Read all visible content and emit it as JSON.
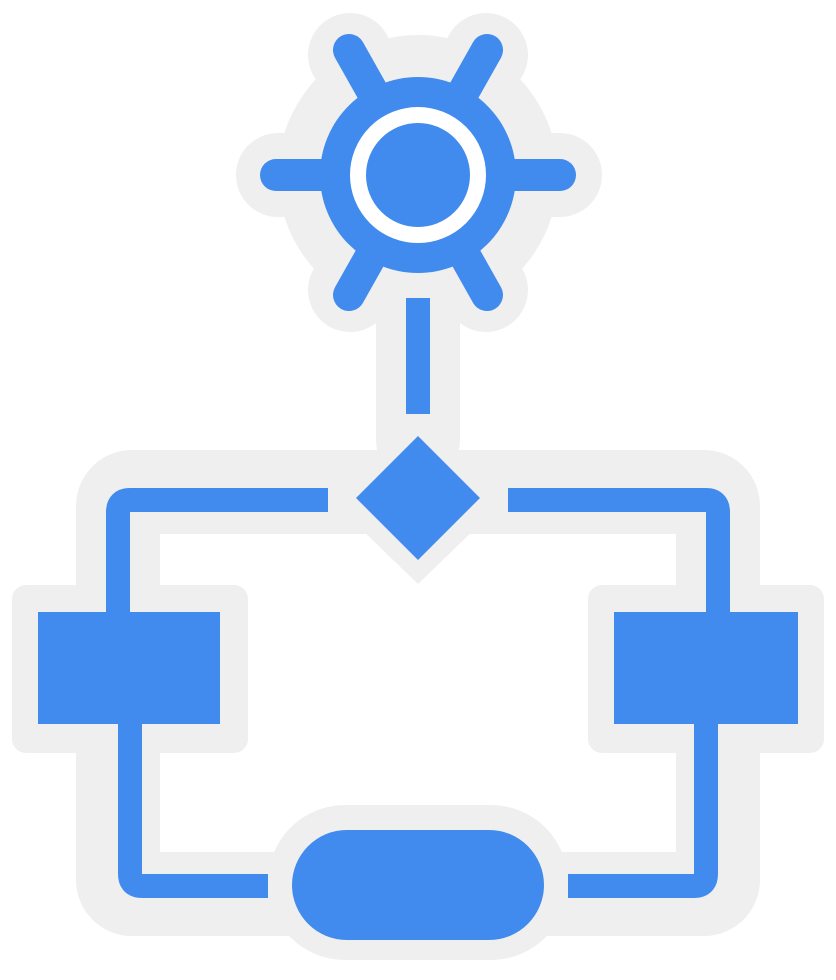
{
  "icon": {
    "name": "workflow-process-icon",
    "style": "sticker",
    "colors": {
      "fill": "#418BEE",
      "outline": "#EFEFEF",
      "background": "#FFFFFF"
    },
    "parts": [
      "gear-icon",
      "connector-line",
      "decision-diamond",
      "process-box-left",
      "process-box-right",
      "terminator-pill",
      "flow-loop"
    ]
  }
}
